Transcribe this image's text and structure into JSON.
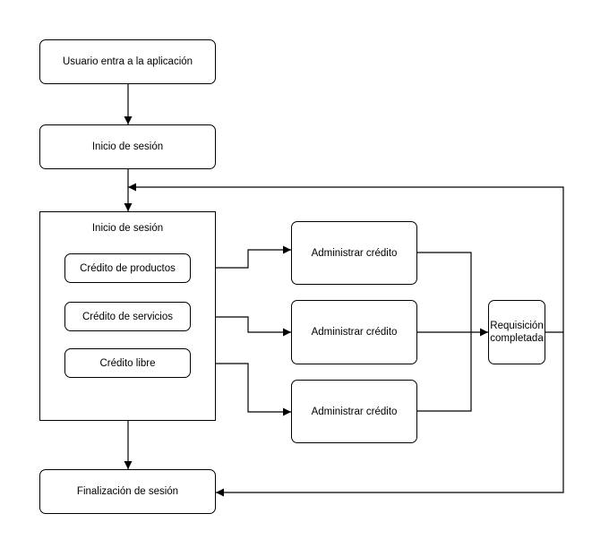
{
  "diagram": {
    "start": "Usuario entra a la aplicación",
    "login": "Inicio de sesión",
    "container_title": "Inicio de sesión",
    "credit_products": "Crédito de productos",
    "credit_services": "Crédito de servicios",
    "credit_free": "Crédito libre",
    "admin_1": "Administrar crédito",
    "admin_2": "Administrar crédito",
    "admin_3": "Administrar crédito",
    "completed": "Requisición\ncompletada",
    "end": "Finalización de sesión"
  }
}
